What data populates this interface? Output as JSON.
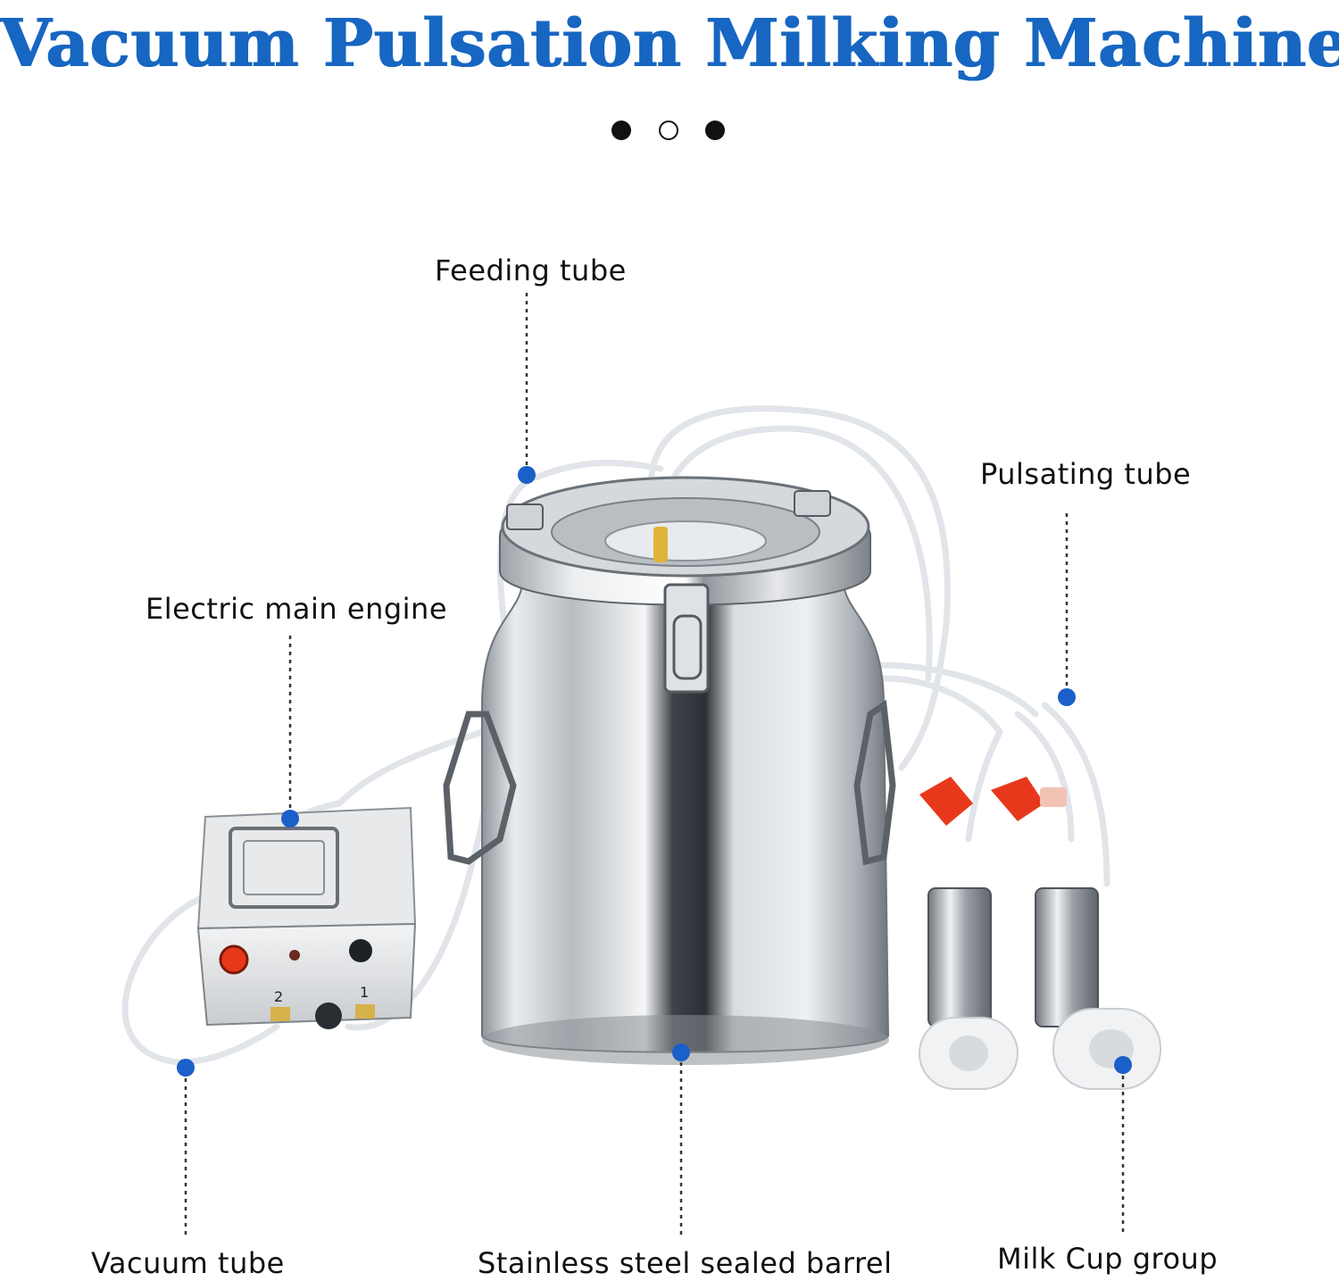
{
  "title": "Vacuum Pulsation Milking Machine",
  "carousel": {
    "dots": [
      "filled",
      "hollow",
      "filled"
    ]
  },
  "callouts": {
    "feeding_tube": "Feeding tube",
    "pulsating_tube": "Pulsating tube",
    "electric_main_engine": "Electric main engine",
    "vacuum_tube": "Vacuum tube",
    "stainless_barrel": "Stainless steel sealed barrel",
    "milk_cup_group": "Milk Cup group"
  },
  "engine_ports": {
    "left": "2",
    "right": "1"
  },
  "colors": {
    "title": "#1766c2",
    "marker": "#1b5fc9",
    "pointer_line": "#333333",
    "valve": "#e8381c",
    "tubing": "#e4e8ec",
    "steel": "#c9cdd2"
  }
}
